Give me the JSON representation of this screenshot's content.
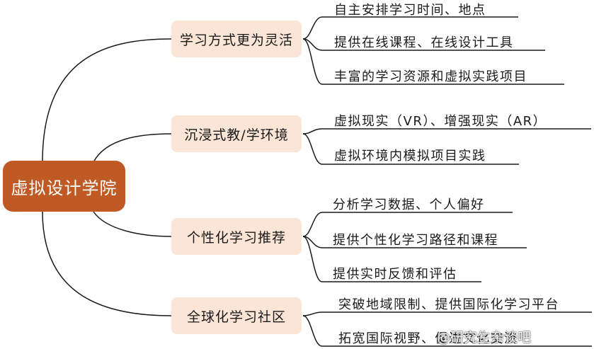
{
  "root": {
    "label": "虚拟设计学院"
  },
  "branches": [
    {
      "label": "学习方式更为灵活",
      "leaves": [
        "自主安排学习时间、地点",
        "提供在线课程、在线设计工具",
        "丰富的学习资源和虚拟实践项目"
      ]
    },
    {
      "label": "沉浸式教/学环境",
      "leaves": [
        "虚拟现实（VR）、增强现实（AR）",
        "虚拟环境内模拟项目实践"
      ]
    },
    {
      "label": "个性化学习推荐",
      "leaves": [
        "分析学习数据、个人偏好",
        "提供个性化学习路径和课程",
        "提供实时反馈和评估"
      ]
    },
    {
      "label": "全球化学习社区",
      "leaves": [
        "突破地域限制、提供国际化学习平台",
        "拓宽国际视野、促进文化交流"
      ]
    }
  ],
  "watermark": "@研究生杂谈吧",
  "colors": {
    "root_fill": "#bf5a25",
    "branch_fill": "#fbe5d6",
    "line": "#1a1a1a"
  }
}
